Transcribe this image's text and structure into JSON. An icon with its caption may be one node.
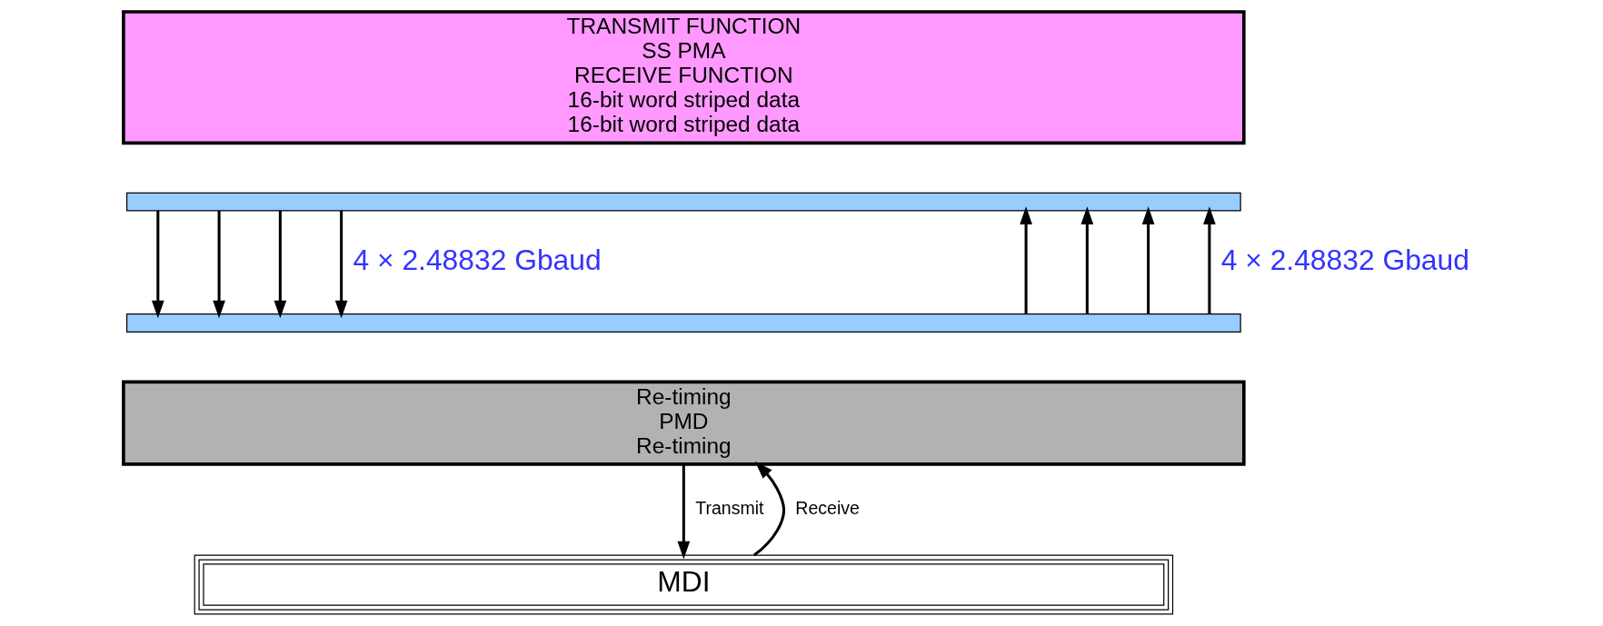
{
  "diagram": {
    "nodes": [
      {
        "text": [
          "TRANSMIT FUNCTION",
          "SS PMA",
          "RECEIVE FUNCTION",
          "16-bit word striped data",
          "16-bit word striped data"
        ]
      },
      {
        "text": [],
        "shape": "bar"
      },
      {
        "text": [],
        "shape": "bar"
      },
      {
        "text": [
          "Re-timing",
          "PMD",
          "Re-timing"
        ]
      },
      {
        "text": [
          "MDI"
        ]
      }
    ],
    "edges": [
      {
        "from": 1,
        "to": 2,
        "arrow": "to"
      },
      {
        "from": 1,
        "to": 2,
        "arrow": "to"
      },
      {
        "from": 1,
        "to": 2,
        "arrow": "to"
      },
      {
        "from": 1,
        "to": 2,
        "arrow": "to",
        "label": "4 × 2.48832 Gbaud"
      },
      {
        "from": 2,
        "to": 1,
        "arrow": "to"
      },
      {
        "from": 2,
        "to": 1,
        "arrow": "to"
      },
      {
        "from": 2,
        "to": 1,
        "arrow": "to"
      },
      {
        "from": 2,
        "to": 1,
        "arrow": "to",
        "label": "4 × 2.48832 Gbaud"
      },
      {
        "from": 3,
        "to": 4,
        "arrow": "to",
        "label": "Transmit"
      },
      {
        "from": 4,
        "to": 3,
        "arrow": "to",
        "label": "Receive"
      }
    ]
  }
}
